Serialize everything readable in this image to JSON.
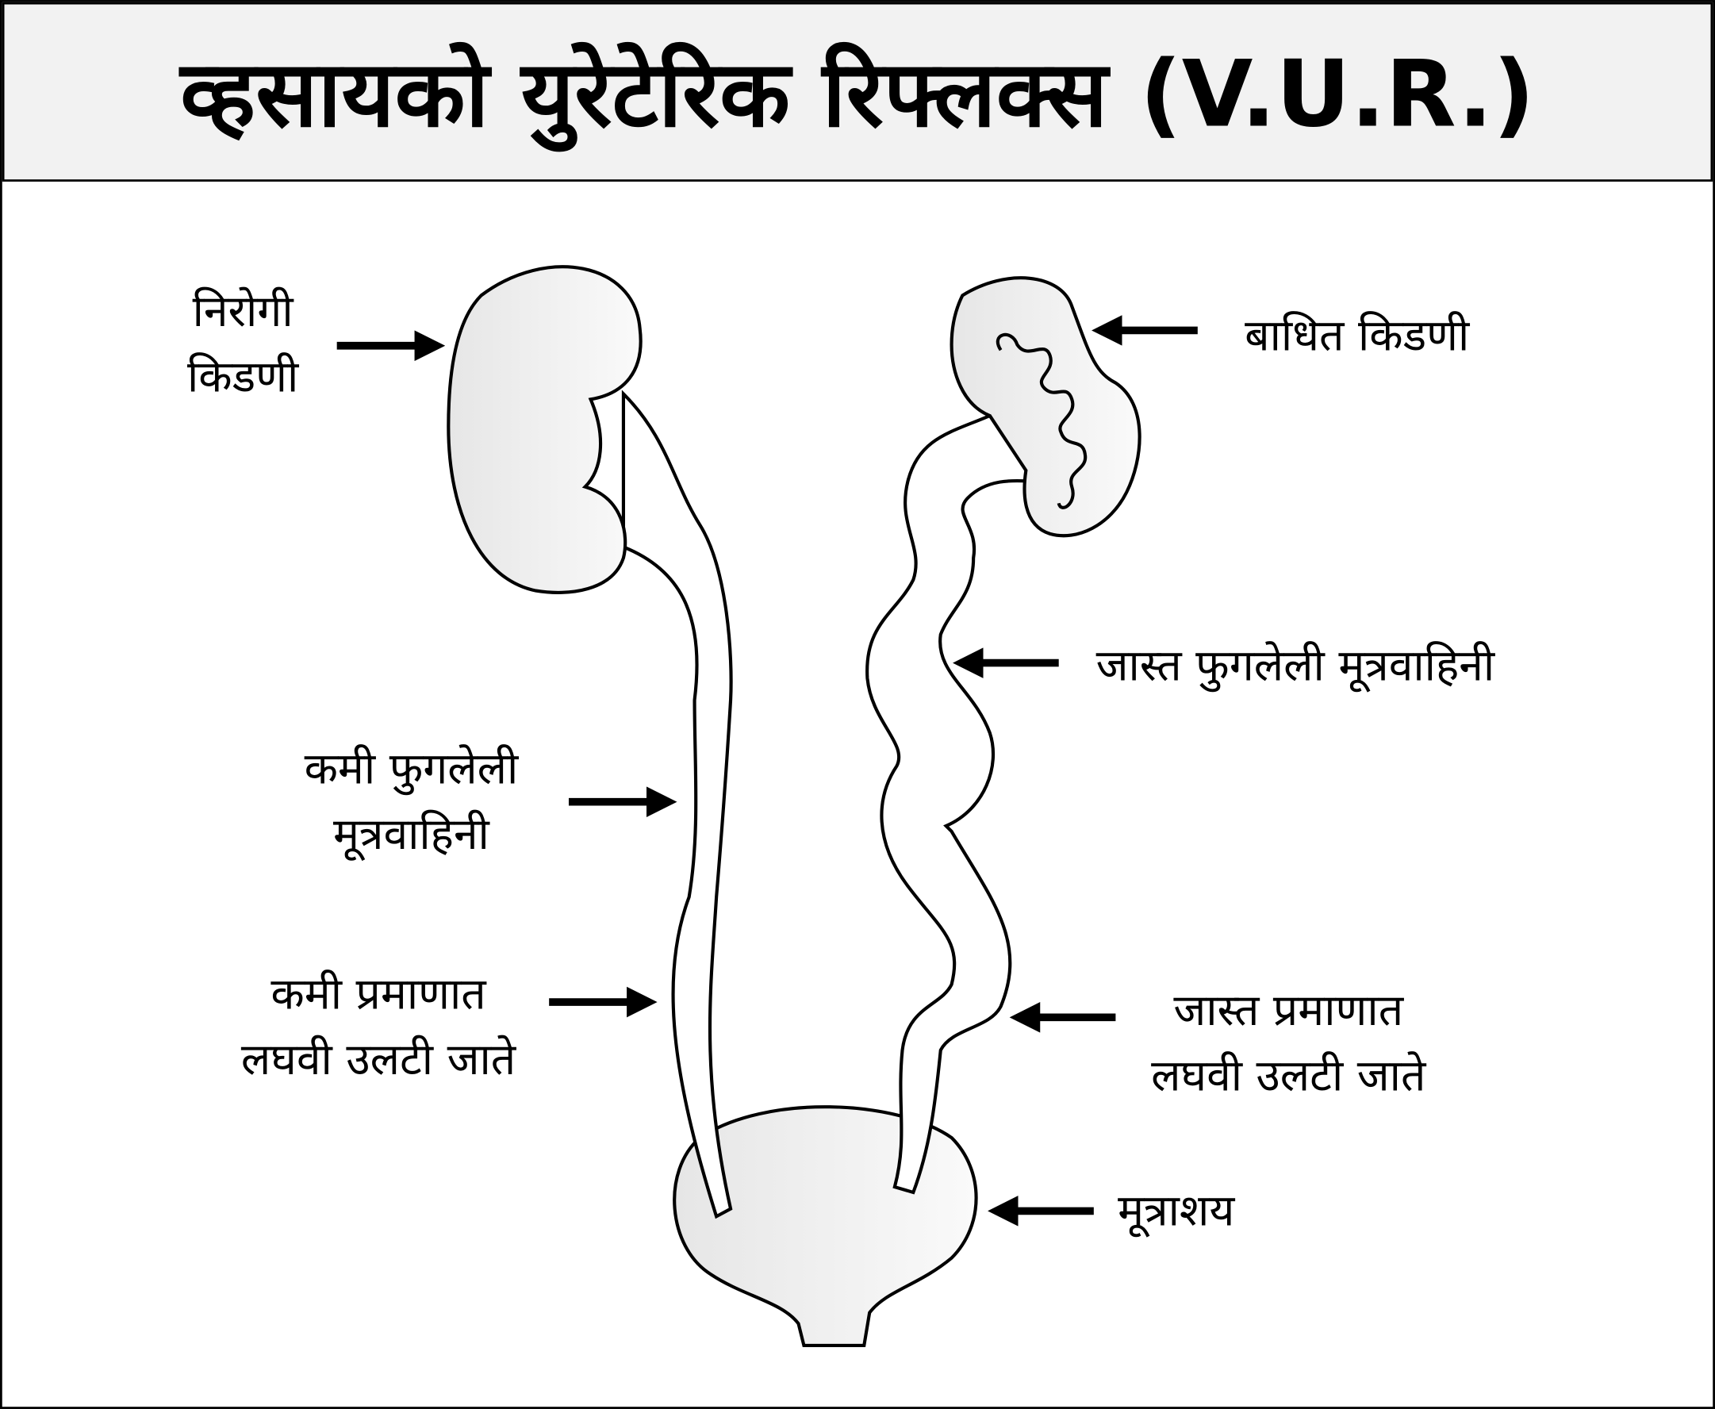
{
  "title": "व्हसायको युरेटेरिक रिफ्लक्स (V.U.R.)",
  "labels": {
    "healthy_kidney": [
      "निरोगी",
      "किडणी"
    ],
    "affected_kidney": "बाधित किडणी",
    "less_dilated_ureter": [
      "कमी फुगलेली",
      "मूत्रवाहिनी"
    ],
    "more_dilated_ureter": "जास्त फुगलेली मूत्रवाहिनी",
    "less_reflux": [
      "कमी प्रमाणात",
      "लघवी उलटी जाते"
    ],
    "more_reflux": [
      "जास्त प्रमाणात",
      "लघवी उलटी जाते"
    ],
    "bladder": "मूत्राशय"
  },
  "colors": {
    "header_bg": "#f2f2f2",
    "organ_fill": "#e8e8e8",
    "stroke": "#000000"
  }
}
